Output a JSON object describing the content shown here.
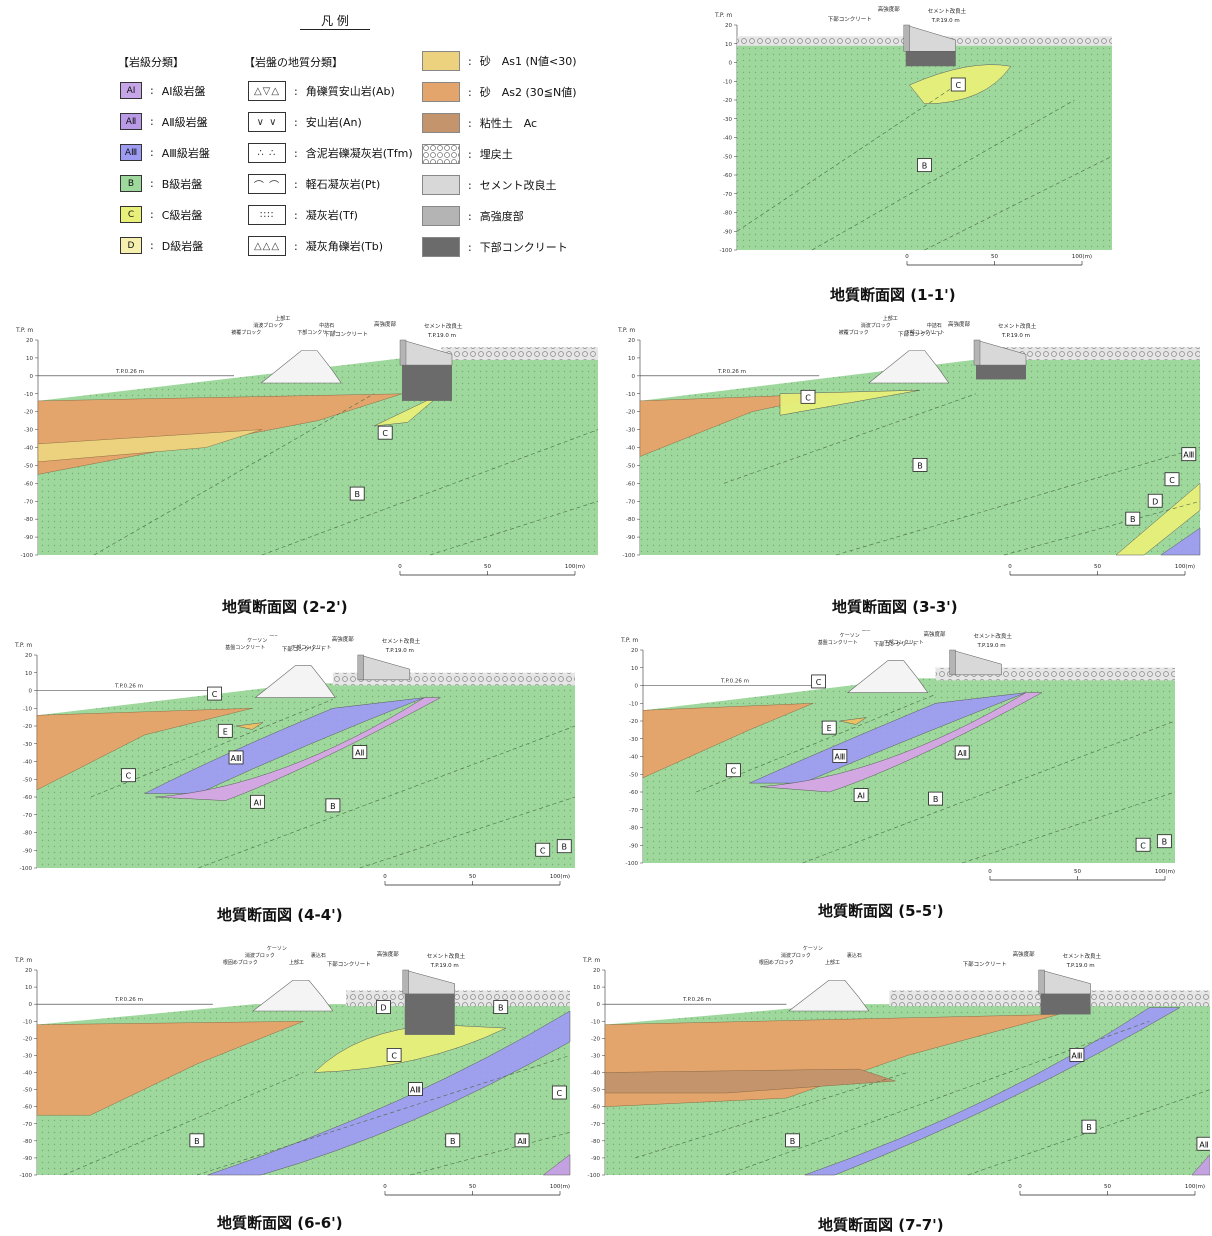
{
  "legend": {
    "title": "凡 例",
    "rock_grade_header": "【岩級分類】",
    "geology_header": "【岩盤の地質分類】",
    "rock_grades": [
      {
        "code": "AI",
        "label": "AⅠ級岩盤",
        "color": "#c7a6e8"
      },
      {
        "code": "AII",
        "label": "AⅡ級岩盤",
        "color": "#b89ae6"
      },
      {
        "code": "AIII",
        "label": "AⅢ級岩盤",
        "color": "#9e9cf2"
      },
      {
        "code": "B",
        "label": "B級岩盤",
        "color": "#9ed89c"
      },
      {
        "code": "C",
        "label": "C級岩盤",
        "color": "#e8f07a"
      },
      {
        "code": "D",
        "label": "D級岩盤",
        "color": "#f6f0b0"
      }
    ],
    "geology": [
      {
        "symbol": "△▽△",
        "label": "角礫質安山岩(Ab)"
      },
      {
        "symbol": "∨ ∨",
        "label": "安山岩(An)"
      },
      {
        "symbol": "∴ ∴",
        "label": "含泥岩礫凝灰岩(Tfm)"
      },
      {
        "symbol": "⌒ ⌒",
        "label": "軽石凝灰岩(Pt)"
      },
      {
        "symbol": "∶∶∶∶",
        "label": "凝灰岩(Tf)"
      },
      {
        "symbol": "△△△",
        "label": "凝灰角礫岩(Tb)"
      }
    ],
    "materials": [
      {
        "label": "砂　As1 (N値<30)",
        "color": "#ecd27e"
      },
      {
        "label": "砂　As2 (30≦N値)",
        "color": "#e3a56b"
      },
      {
        "label": "粘性土　Ac",
        "color": "#c4956d"
      },
      {
        "label": "埋戻土",
        "color": "#dcdcdc"
      },
      {
        "label": "セメント改良土",
        "color": "#d8d8d8"
      },
      {
        "label": "高強度部",
        "color": "#b4b4b4"
      },
      {
        "label": "下部コンクリート",
        "color": "#6b6b6b"
      }
    ]
  },
  "sections": [
    {
      "id": "1",
      "caption": "地質断面図 (1-1')",
      "grades": [
        "C",
        "B"
      ]
    },
    {
      "id": "2",
      "caption": "地質断面図 (2-2')",
      "grades": [
        "C",
        "B"
      ]
    },
    {
      "id": "3",
      "caption": "地質断面図 (3-3')",
      "grades": [
        "C",
        "B",
        "AIII",
        "C",
        "D",
        "B"
      ]
    },
    {
      "id": "4",
      "caption": "地質断面図 (4-4')",
      "grades": [
        "C",
        "E",
        "AIII",
        "AII",
        "C",
        "AI",
        "B",
        "C",
        "B"
      ]
    },
    {
      "id": "5",
      "caption": "地質断面図 (5-5')",
      "grades": [
        "C",
        "E",
        "AIII",
        "AII",
        "C",
        "AI",
        "B",
        "C",
        "B"
      ]
    },
    {
      "id": "6",
      "caption": "地質断面図 (6-6')",
      "grades": [
        "D",
        "B",
        "C",
        "AIII",
        "C",
        "B",
        "B",
        "AII"
      ]
    },
    {
      "id": "7",
      "caption": "地質断面図 (7-7')",
      "grades": [
        "AIII",
        "B",
        "B",
        "AII"
      ]
    }
  ],
  "axis": {
    "unit": "T.P. m",
    "ticks": [
      "20",
      "10",
      "0",
      "-10",
      "-20",
      "-30",
      "-40",
      "-50",
      "-60",
      "-70",
      "-80",
      "-90",
      "-100"
    ],
    "scale": [
      "0",
      "50",
      "100(m)"
    ],
    "water_level": "T.P.0.26 m",
    "crest_level": "T.P.19.0 m"
  },
  "structure_labels": {
    "high_strength": "高強度部",
    "cement": "セメント改良土",
    "lower_concrete": "下部コンクリート",
    "upper_work": "上部工",
    "middle_stone": "中詰石",
    "wave_block": "消波ブロック",
    "cover_block": "被覆ブロック",
    "caisson": "ケーソン",
    "foundation_concrete": "基盤コンクリート",
    "fill_stone": "裏込石",
    "root_block": "根固めブロック"
  }
}
